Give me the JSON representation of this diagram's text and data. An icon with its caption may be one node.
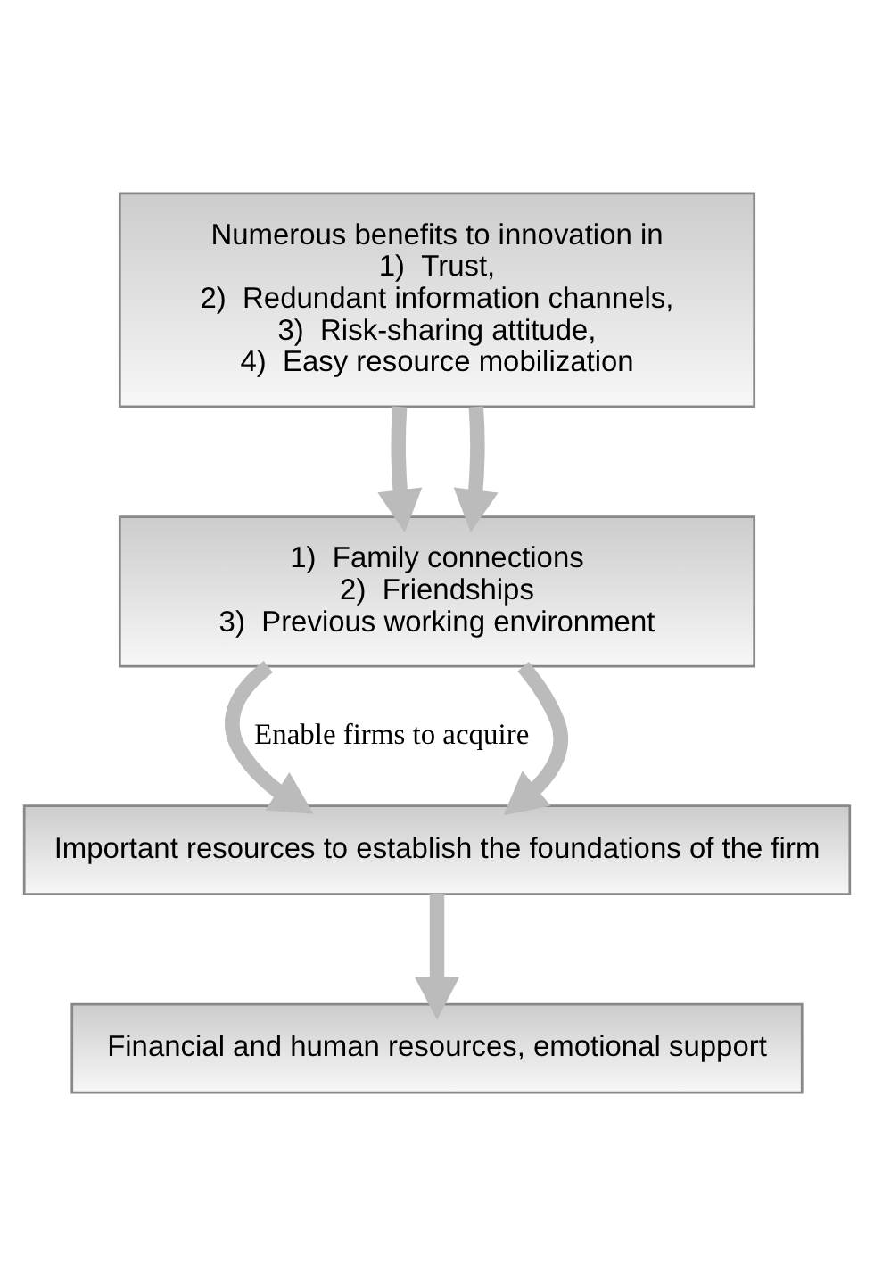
{
  "diagram": {
    "nodes": [
      {
        "text": [
          "Numerous benefits to innovation in",
          "1)  Trust,",
          "2)  Redundant information channels,",
          "3)  Risk-sharing attitude,",
          "4)  Easy resource mobilization"
        ]
      },
      {
        "text": [
          "1)  Family connections",
          "2)  Friendships",
          "3)  Previous working environment"
        ]
      },
      {
        "text": [
          "Important resources to establish the foundations of the firm"
        ]
      },
      {
        "text": [
          "Financial and human resources, emotional support"
        ]
      }
    ],
    "edges": [
      {
        "from": 0,
        "to": 1,
        "arrow": "to"
      },
      {
        "from": 0,
        "to": 1,
        "arrow": "to"
      },
      {
        "from": 1,
        "to": 2,
        "arrow": "to",
        "label": "Enable firms to acquire"
      },
      {
        "from": 1,
        "to": 2,
        "arrow": "to"
      },
      {
        "from": 2,
        "to": 3,
        "arrow": "to"
      }
    ]
  }
}
